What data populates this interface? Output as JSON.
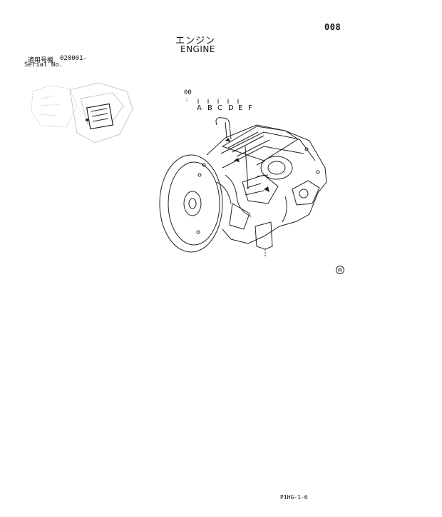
{
  "page_number": "008",
  "title_jp": "エンジン",
  "title_en": "ENGINE",
  "serial_label_jp": "適用号機",
  "serial_value": "020001-",
  "serial_label_en": "Serial No.",
  "callout": "00",
  "part_letters": [
    "A",
    "B",
    "C",
    "D",
    "E",
    "F"
  ],
  "footer_code": "P1HG-1-6",
  "ref_mark": "W"
}
